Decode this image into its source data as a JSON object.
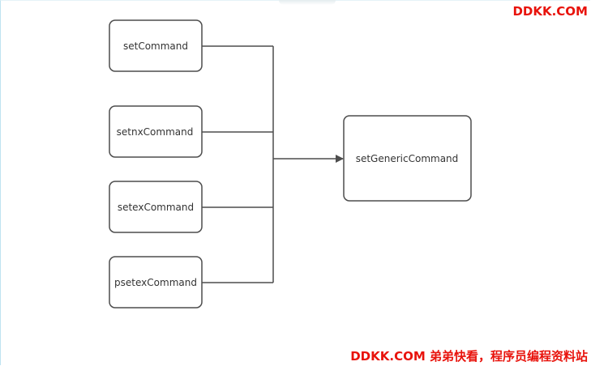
{
  "diagram": {
    "sources": [
      {
        "label": "setCommand"
      },
      {
        "label": "setnxCommand"
      },
      {
        "label": "setexCommand"
      },
      {
        "label": "psetexCommand"
      }
    ],
    "target": {
      "label": "setGenericCommand"
    }
  },
  "watermark": {
    "top": "DDKK.COM",
    "bottom": "DDKK.COM 弟弟快看，程序员编程资料站"
  },
  "colors": {
    "stroke": "#4d4d4d",
    "watermark": "#e8130c"
  }
}
